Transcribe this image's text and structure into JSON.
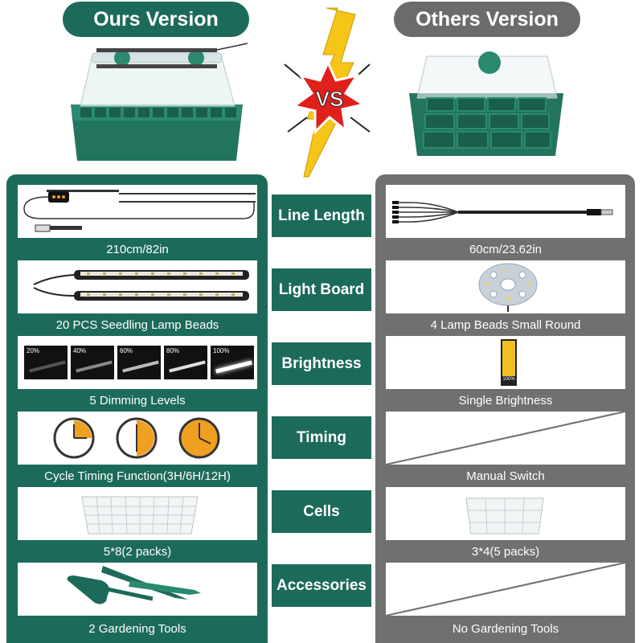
{
  "header": {
    "ours_title": "Ours Version",
    "others_title": "Others Version",
    "vs_text": "VS"
  },
  "labels": [
    "Line Length",
    "Light Board",
    "Brightness",
    "Timing",
    "Cells",
    "Accessories"
  ],
  "ours": {
    "captions": [
      "210cm/82in",
      "20 PCS Seedling Lamp Beads",
      "5 Dimming Levels",
      "Cycle Timing Function(3H/6H/12H)",
      "5*8(2 packs)",
      "2 Gardening Tools"
    ],
    "dimming_levels": [
      "20%",
      "40%",
      "60%",
      "80%",
      "100%"
    ],
    "timers": [
      "3H",
      "6H",
      "12H"
    ]
  },
  "others": {
    "captions": [
      "60cm/23.62in",
      "4 Lamp Beads Small Round",
      "Single Brightness",
      "Manual Switch",
      "3*4(5 packs)",
      "No Gardening Tools"
    ],
    "brightness_level": "100%"
  },
  "colors": {
    "ours_green": "#1c6a5a",
    "others_gray": "#707070",
    "vs_red": "#e0201b",
    "bolt_yellow": "#f5c518"
  }
}
